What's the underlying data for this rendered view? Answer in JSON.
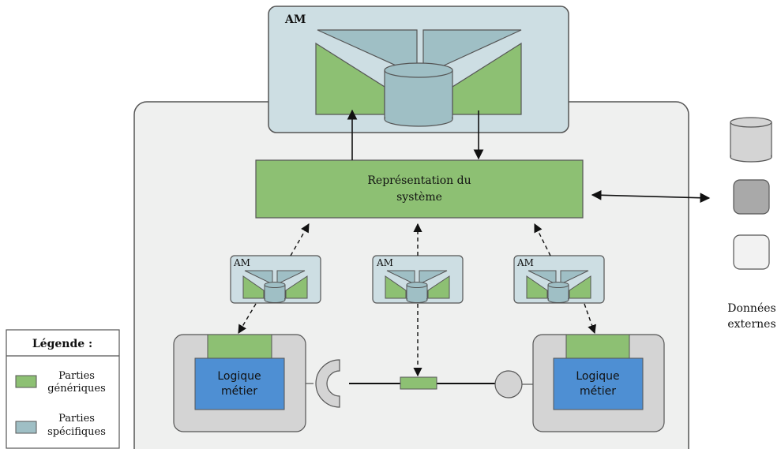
{
  "colors": {
    "generic_green": "#8dc073",
    "specific_blue": "#9fbfc5",
    "am_background": "#cddee3",
    "system_background": "#eff0ef",
    "business_blue": "#4e8fd3",
    "component_gray": "#d4d4d4",
    "data_light": "#f2f2f2",
    "data_mid": "#d4d4d4",
    "data_dark": "#a9a9a9",
    "stroke": "#555555"
  },
  "top_am": {
    "label": "AM"
  },
  "system_representation": {
    "line1": "Représentation du",
    "line2": "système"
  },
  "small_ams": [
    {
      "label": "AM"
    },
    {
      "label": "AM"
    },
    {
      "label": "AM"
    }
  ],
  "left_component": {
    "line1": "Logique",
    "line2": "métier"
  },
  "right_component": {
    "line1": "Logique",
    "line2": "métier"
  },
  "external_data": {
    "line1": "Données",
    "line2": "externes"
  },
  "legend": {
    "title": "Légende :",
    "items": [
      {
        "line1": "Parties",
        "line2": "génériques",
        "color": "generic_green"
      },
      {
        "line1": "Parties",
        "line2": "spécifiques",
        "color": "specific_blue"
      }
    ]
  }
}
